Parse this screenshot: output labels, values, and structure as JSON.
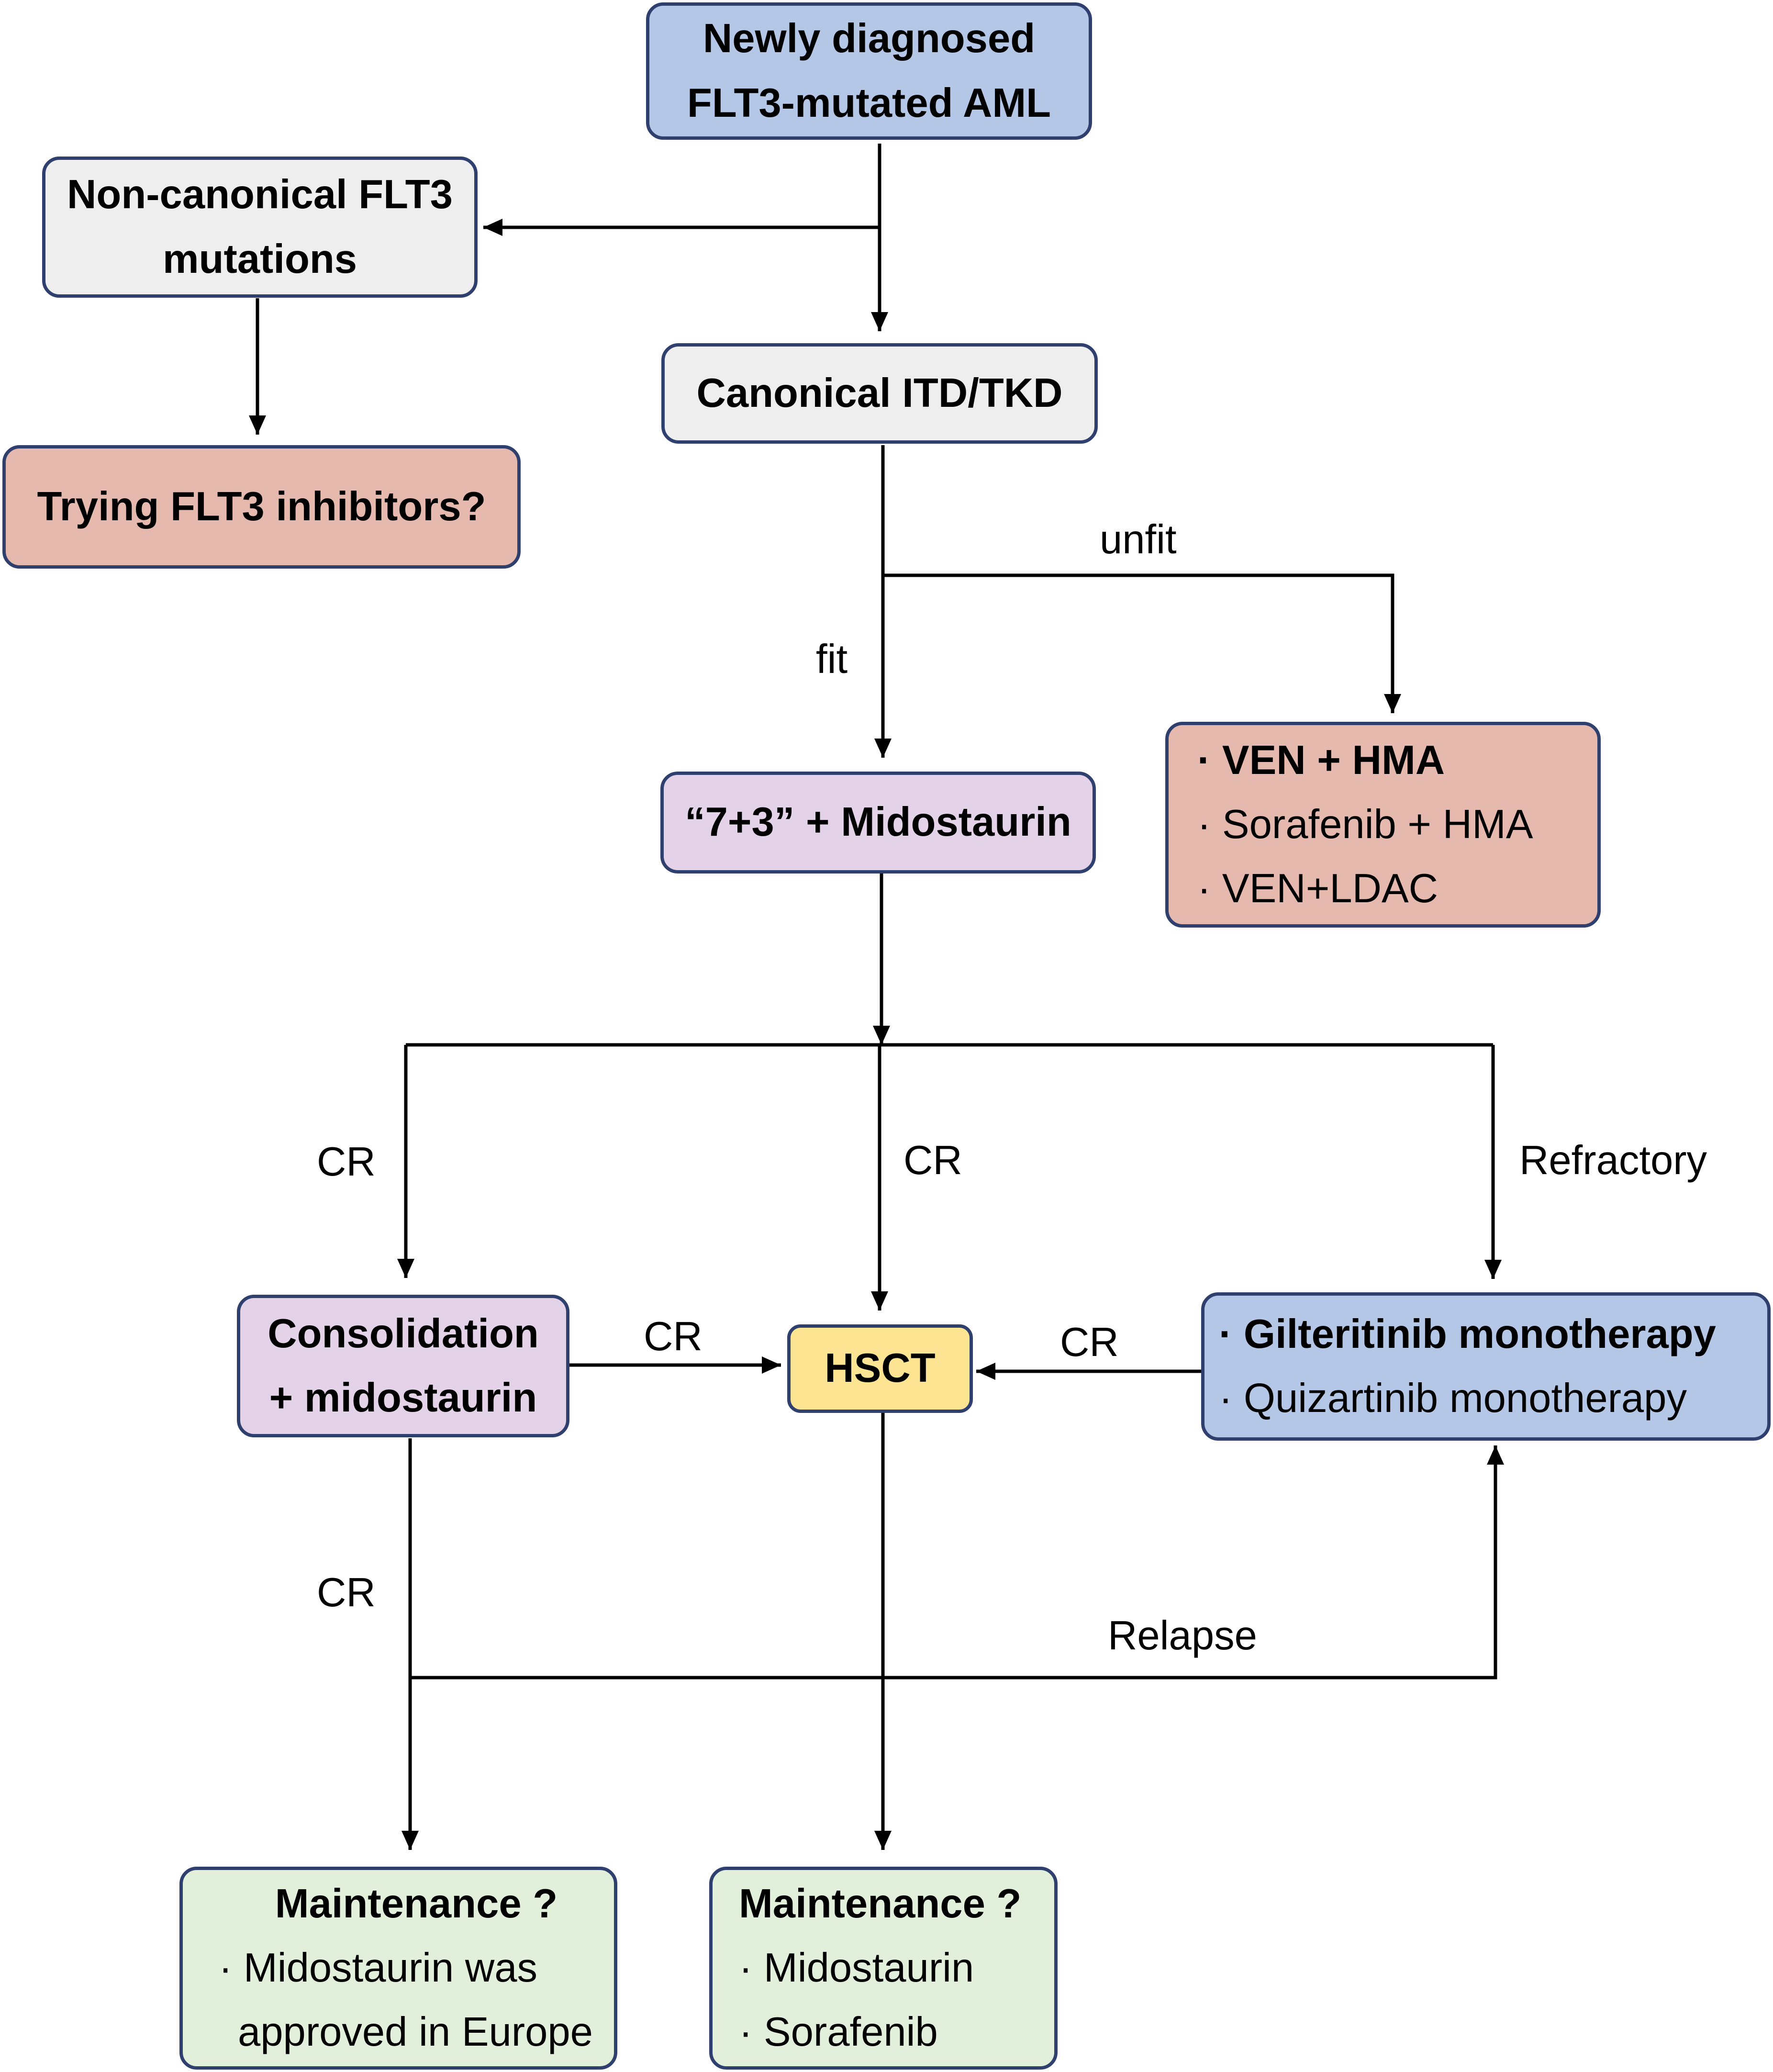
{
  "nodes": {
    "newly_diagnosed": {
      "lines": [
        "Newly diagnosed",
        "FLT3-mutated AML"
      ]
    },
    "non_canonical": {
      "lines": [
        "Non-canonical FLT3",
        "mutations"
      ]
    },
    "trying_inhibitors": {
      "lines": [
        "Trying FLT3 inhibitors?"
      ]
    },
    "canonical": {
      "lines": [
        "Canonical ITD/TKD"
      ]
    },
    "unfit_regimens": {
      "lines": [
        "· VEN + HMA",
        "· Sorafenib + HMA",
        "· VEN+LDAC"
      ]
    },
    "induction": {
      "lines": [
        "“7+3” + Midostaurin"
      ]
    },
    "consolidation": {
      "lines": [
        "Consolidation",
        "+ midostaurin"
      ]
    },
    "hsct": {
      "lines": [
        "HSCT"
      ]
    },
    "salvage": {
      "lines": [
        "· Gilteritinib monotherapy",
        "· Quizartinib monotherapy"
      ]
    },
    "maintenance_left": {
      "lines": [
        "Maintenance ?",
        "· Midostaurin was",
        "approved in Europe"
      ]
    },
    "maintenance_right": {
      "lines": [
        "Maintenance ?",
        "· Midostaurin",
        "· Sorafenib"
      ]
    }
  },
  "edge_labels": {
    "unfit": "unfit",
    "fit": "fit",
    "cr_left": "CR",
    "cr_center": "CR",
    "refractory": "Refractory",
    "cr_consolidation_hsct": "CR",
    "cr_salvage_hsct": "CR",
    "cr_lower_left": "CR",
    "relapse": "Relapse"
  },
  "colors": {
    "border": "#2f3f6e",
    "arrow": "#000000",
    "blue_fill": "#b4c7e7",
    "grey_fill": "#eeeeee",
    "salmon_fill": "#e6b9ae",
    "lilac_fill": "#e4d3e8",
    "yellow_fill": "#fde493",
    "green_fill": "#e2efda"
  }
}
